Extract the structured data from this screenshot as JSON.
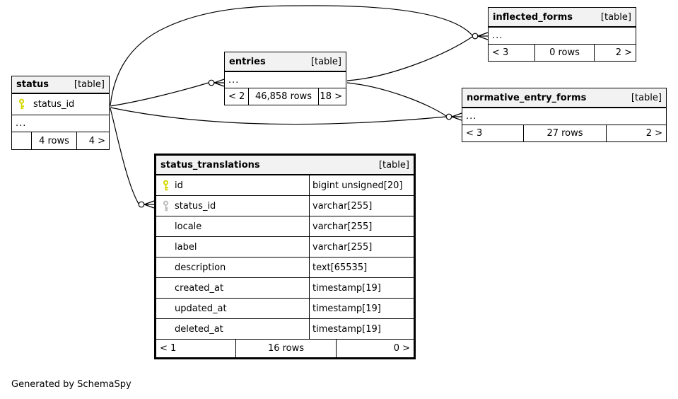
{
  "credit": "Generated by SchemaSpy",
  "colors": {
    "header_bg": "#f2f2f2",
    "table_border": "#000000",
    "edge": "#000000",
    "primary_key_icon": "#d8d800",
    "foreign_key_icon": "#bdbdbd"
  },
  "tables": {
    "status": {
      "name": "status",
      "tag": "[table]",
      "columns": [
        {
          "name": "status_id",
          "icon": "primary-key"
        }
      ],
      "ellipsis": "...",
      "footer": {
        "parents": "",
        "rows": "4 rows",
        "children": "4 >"
      }
    },
    "entries": {
      "name": "entries",
      "tag": "[table]",
      "ellipsis": "...",
      "footer": {
        "parents": "< 2",
        "rows": "46,858 rows",
        "children": "18 >"
      }
    },
    "inflected_forms": {
      "name": "inflected_forms",
      "tag": "[table]",
      "ellipsis": "...",
      "footer": {
        "parents": "< 3",
        "rows": "0 rows",
        "children": "2 >"
      }
    },
    "normative_entry_forms": {
      "name": "normative_entry_forms",
      "tag": "[table]",
      "ellipsis": "...",
      "footer": {
        "parents": "< 3",
        "rows": "27 rows",
        "children": "2 >"
      }
    },
    "status_translations": {
      "name": "status_translations",
      "tag": "[table]",
      "columns": [
        {
          "name": "id",
          "type": "bigint unsigned[20]",
          "icon": "primary-key"
        },
        {
          "name": "status_id",
          "type": "varchar[255]",
          "icon": "foreign-key"
        },
        {
          "name": "locale",
          "type": "varchar[255]",
          "icon": ""
        },
        {
          "name": "label",
          "type": "varchar[255]",
          "icon": ""
        },
        {
          "name": "description",
          "type": "text[65535]",
          "icon": ""
        },
        {
          "name": "created_at",
          "type": "timestamp[19]",
          "icon": ""
        },
        {
          "name": "updated_at",
          "type": "timestamp[19]",
          "icon": ""
        },
        {
          "name": "deleted_at",
          "type": "timestamp[19]",
          "icon": ""
        }
      ],
      "footer": {
        "parents": "< 1",
        "rows": "16 rows",
        "children": "0 >"
      }
    }
  },
  "relationships": [
    {
      "from": "status.status_id",
      "to": "entries"
    },
    {
      "from": "status.status_id",
      "to": "inflected_forms"
    },
    {
      "from": "status.status_id",
      "to": "normative_entry_forms"
    },
    {
      "from": "status.status_id",
      "to": "status_translations.status_id"
    },
    {
      "from": "entries",
      "to": "inflected_forms"
    },
    {
      "from": "entries",
      "to": "normative_entry_forms"
    }
  ]
}
